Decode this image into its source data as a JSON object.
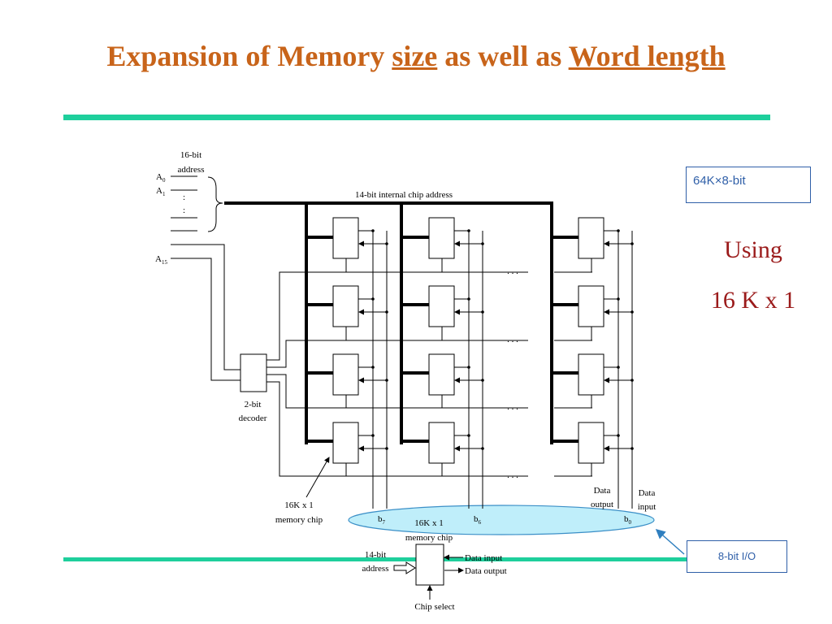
{
  "title": {
    "part1": "Expansion of Memory ",
    "part2": "size",
    "part3": " as well as ",
    "part4": "Word length"
  },
  "colors": {
    "title": "#c8641a",
    "rule": "#1ecf9c",
    "note_border": "#2f5fa8",
    "using_text": "#9b1b1b",
    "ellipse_fill": "#bfeefa"
  },
  "side": {
    "config_box": "64K×8-bit",
    "using_line1": "Using",
    "using_line2": "16 K x 1",
    "io_box": "8-bit I/O"
  },
  "diagram": {
    "address_label_1": "16-bit",
    "address_label_2": "address",
    "a0": "A",
    "a0_sub": "0",
    "a1": "A",
    "a1_sub": "1",
    "a15": "A",
    "a15_sub": "15",
    "vdots": ":",
    "internal_bus_label": "14-bit internal chip address",
    "row_dots": ". . .",
    "decoder_label_1": "2-bit",
    "decoder_label_2": "decoder",
    "chip_callout_1": "16K x 1",
    "chip_callout_2": "memory chip",
    "data_output_1": "Data",
    "data_output_2": "output",
    "data_input_1": "Data",
    "data_input_2": "input",
    "b7": "b",
    "b7_sub": "7",
    "b6": "b",
    "b6_sub": "6",
    "b0": "b",
    "b0_sub": "0"
  },
  "legend": {
    "chip_label_1": "16K x 1",
    "chip_label_2": "memory chip",
    "addr_1": "14-bit",
    "addr_2": "address",
    "data_input": "Data input",
    "data_output": "Data output",
    "chip_select": "Chip select"
  }
}
